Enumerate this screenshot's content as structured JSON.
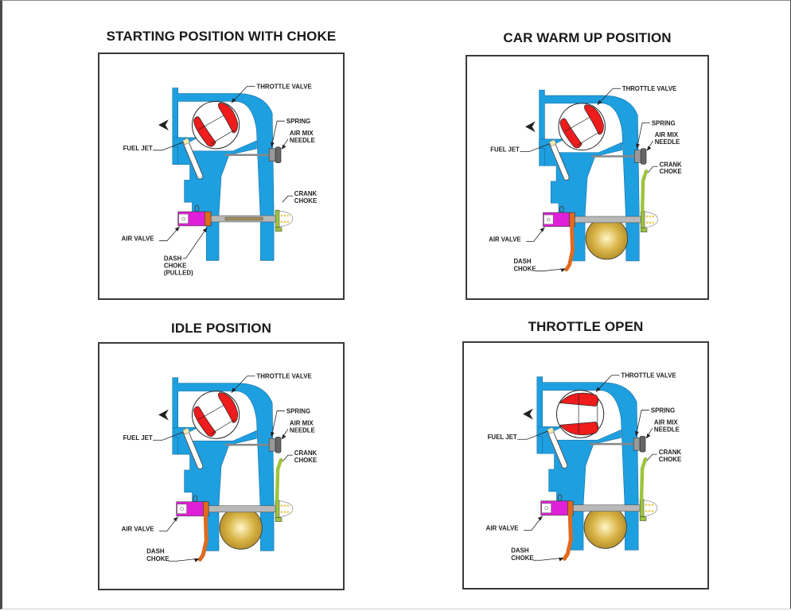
{
  "colors": {
    "body": "#1e9fe0",
    "throttle_blade": "#ee1c1c",
    "air_valve": "#e020d8",
    "dash_choke": "#e06a1e",
    "crank_choke": "#9cc43c",
    "disc": "#d9b548",
    "shaft": "#b8b8b8"
  },
  "panels": [
    {
      "id": "starting",
      "title": "STARTING POSITION WITH CHOKE",
      "throttle_state": "closed",
      "dash_choke_state": "pulled",
      "crank_choke_state": "retracted",
      "disc_visible": false,
      "labels": {
        "throttle_valve": "THROTTLE VALVE",
        "spring": "SPRING",
        "air_mix_needle_1": "AIR MIX",
        "air_mix_needle_2": "NEEDLE",
        "fuel_jet": "FUEL JET",
        "crank_choke_1": "CRANK",
        "crank_choke_2": "CHOKE",
        "air_valve": "AIR VALVE",
        "dash_choke_1": "DASH",
        "dash_choke_2": "CHOKE",
        "dash_choke_3": "(PULLED)"
      }
    },
    {
      "id": "warmup",
      "title": "CAR WARM UP POSITION",
      "throttle_state": "closed",
      "dash_choke_state": "pushed",
      "crank_choke_state": "raised",
      "disc_visible": true,
      "labels": {
        "throttle_valve": "THROTTLE VALVE",
        "spring": "SPRING",
        "air_mix_needle_1": "AIR MIX",
        "air_mix_needle_2": "NEEDLE",
        "fuel_jet": "FUEL JET",
        "crank_choke_1": "CRANK",
        "crank_choke_2": "CHOKE",
        "air_valve": "AIR VALVE",
        "dash_choke_1": "DASH",
        "dash_choke_2": "CHOKE",
        "dash_choke_3": ""
      }
    },
    {
      "id": "idle",
      "title": "IDLE POSITION",
      "throttle_state": "closed",
      "dash_choke_state": "pushed",
      "crank_choke_state": "raised",
      "disc_visible": true,
      "labels": {
        "throttle_valve": "THROTTLE VALVE",
        "spring": "SPRING",
        "air_mix_needle_1": "AIR MIX",
        "air_mix_needle_2": "NEEDLE",
        "fuel_jet": "FUEL JET",
        "crank_choke_1": "CRANK",
        "crank_choke_2": "CHOKE",
        "air_valve": "AIR VALVE",
        "dash_choke_1": "DASH",
        "dash_choke_2": "CHOKE",
        "dash_choke_3": ""
      }
    },
    {
      "id": "open",
      "title": "THROTTLE OPEN",
      "throttle_state": "open",
      "dash_choke_state": "pushed",
      "crank_choke_state": "raised",
      "disc_visible": true,
      "labels": {
        "throttle_valve": "THROTTLE VALVE",
        "spring": "SPRING",
        "air_mix_needle_1": "AIR MIX",
        "air_mix_needle_2": "NEEDLE",
        "fuel_jet": "FUEL JET",
        "crank_choke_1": "CRANK",
        "crank_choke_2": "CHOKE",
        "air_valve": "AIR VALVE",
        "dash_choke_1": "DASH",
        "dash_choke_2": "CHOKE",
        "dash_choke_3": ""
      }
    }
  ]
}
